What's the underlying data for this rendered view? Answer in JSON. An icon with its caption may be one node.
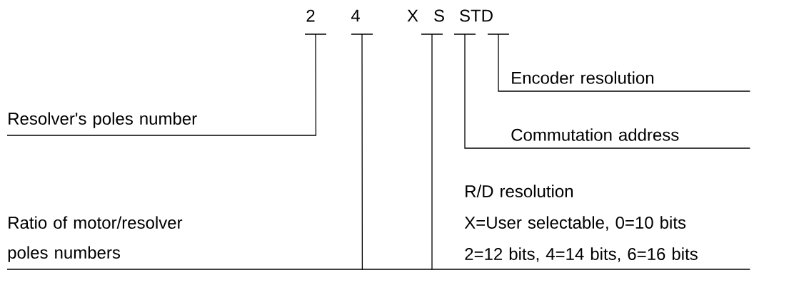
{
  "diagram": {
    "nodes": [
      {
        "text": [
          "2"
        ]
      },
      {
        "text": [
          "4"
        ]
      },
      {
        "text": [
          "X"
        ]
      },
      {
        "text": [
          "S"
        ]
      },
      {
        "text": [
          "STD"
        ]
      },
      {
        "text": [
          "Resolver's poles number"
        ]
      },
      {
        "text": [
          "Ratio of motor/resolver poles numbers"
        ]
      },
      {
        "text": [
          "R/D resolution",
          "X=User selectable,  0=10 bits",
          "2=12 bits, 4=14 bits, 6=16 bits"
        ]
      },
      {
        "text": [
          "Commutation address"
        ]
      },
      {
        "text": [
          "Encoder resolution"
        ]
      }
    ],
    "edges": [
      {
        "from": 5,
        "to": 0,
        "arrow": "none"
      },
      {
        "from": 6,
        "to": 1,
        "arrow": "none"
      },
      {
        "from": 7,
        "to": 2,
        "arrow": "none"
      },
      {
        "from": 8,
        "to": 3,
        "arrow": "none"
      },
      {
        "from": 9,
        "to": 4,
        "arrow": "none"
      }
    ]
  }
}
